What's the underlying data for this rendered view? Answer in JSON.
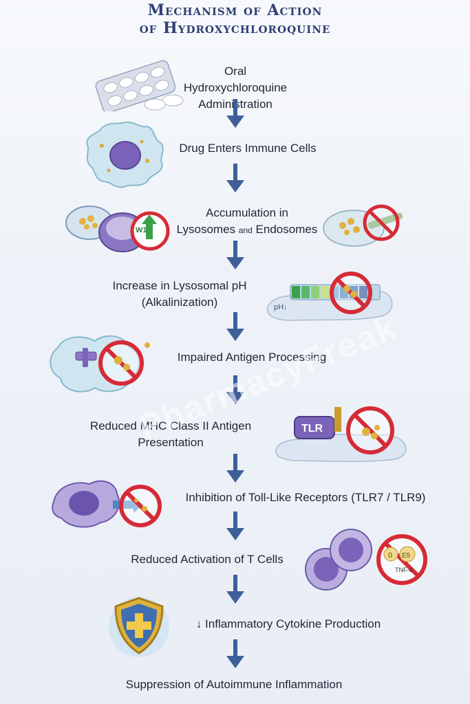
{
  "title": {
    "line1": "Mechanism of Action",
    "line2": "of Hydroxychloroquine"
  },
  "steps": [
    {
      "line1": "Oral Hydroxychloroquine",
      "line2": "Administration"
    },
    {
      "line1": "Drug Enters Immune Cells"
    },
    {
      "line1": "Accumulation in",
      "line2a": "Lysosomes",
      "line2b": "and",
      "line2c": "Endosomes"
    },
    {
      "line1": "Increase in Lysosomal pH",
      "line2": "(Alkalinization)"
    },
    {
      "line1": "Impaired Antigen Processing"
    },
    {
      "line1": "Reduced MHC Class II Antigen",
      "line2": "Presentation"
    },
    {
      "line1": "Inhibition of Toll-Like Receptors (TLR7 / TLR9)"
    },
    {
      "line1": "Reduced Activation of T Cells"
    },
    {
      "line1": "↓ Inflammatory Cytokine Production"
    },
    {
      "line1": "Suppression of Autoimmune Inflammation"
    }
  ],
  "illustration_labels": {
    "ph_label": "pH↓",
    "tlr_label": "TLR",
    "tnf_label": "TNF-α",
    "marker_w": "W1",
    "marker_0": "0",
    "marker_e5": "E5"
  },
  "watermark": "PharmacyFreak",
  "colors": {
    "title": "#2e3f73",
    "arrow": "#3f5f9a",
    "prohibit": "#d62b36",
    "cell_purple": "#7a63b8",
    "shield_gold": "#e0b23c"
  }
}
